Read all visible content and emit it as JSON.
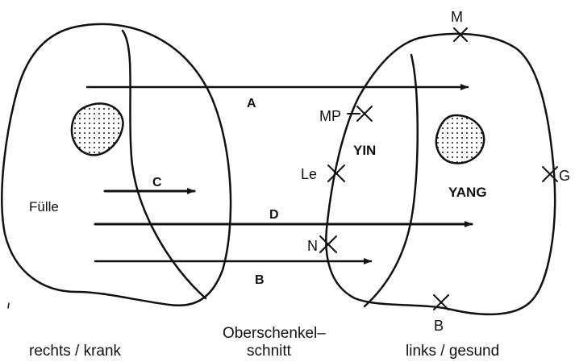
{
  "arrows": {
    "A": "A",
    "B": "B",
    "C": "C",
    "D": "D"
  },
  "points": {
    "M": "M",
    "MP": "MP",
    "Le": "Le",
    "N": "N",
    "G": "G",
    "B": "B"
  },
  "regions": {
    "yin": "YIN",
    "yang": "YANG",
    "fuelle": "Fülle"
  },
  "captions": {
    "right_sick": "rechts / krank",
    "section_line1": "Oberschenkel–",
    "section_line2": "schnitt",
    "left_healthy": "links / gesund"
  },
  "colors": {
    "ink": "#111111",
    "background": "#ffffff"
  }
}
